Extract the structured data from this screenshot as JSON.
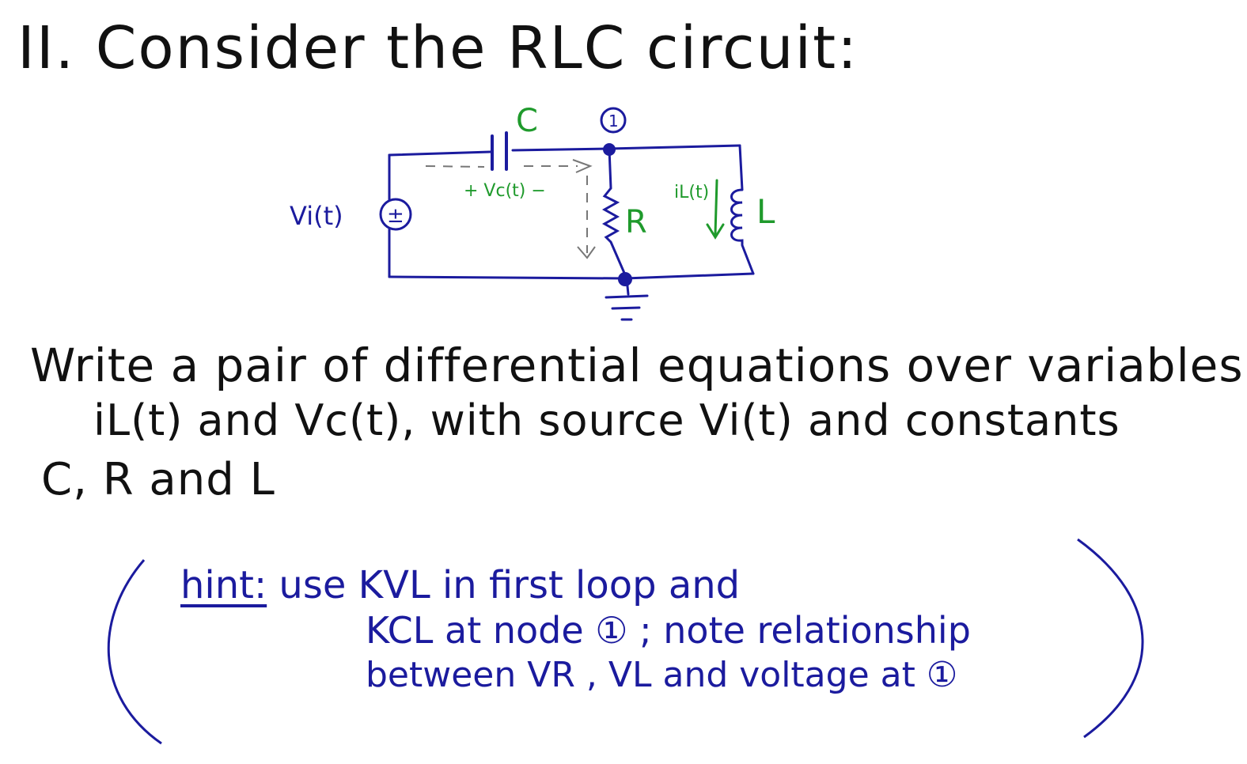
{
  "title": "II. Consider the RLC circuit:",
  "problem": {
    "line1": "Write a pair of differential equations over variables",
    "line2": "iL(t) and Vc(t), with source Vi(t) and constants",
    "line3": "C, R and L"
  },
  "circuit": {
    "capacitor_label": "C",
    "node_label": "1",
    "resistor_label": "R",
    "inductor_label": "L",
    "source_label": "Vi(t)",
    "source_symbol": "±",
    "cap_voltage_label": "+ Vc(t) −",
    "inductor_current_label": "iL(t)"
  },
  "hint": {
    "label": "hint:",
    "line1_rest": " use KVL in first loop and",
    "line2": "KCL at node ① ; note relationship",
    "line3": "between VR , VL and voltage at ①"
  },
  "colors": {
    "ink": "#111111",
    "wire": "#1b1b9e",
    "label_green": "#1f9a2c",
    "dashed_gray": "#777777"
  }
}
